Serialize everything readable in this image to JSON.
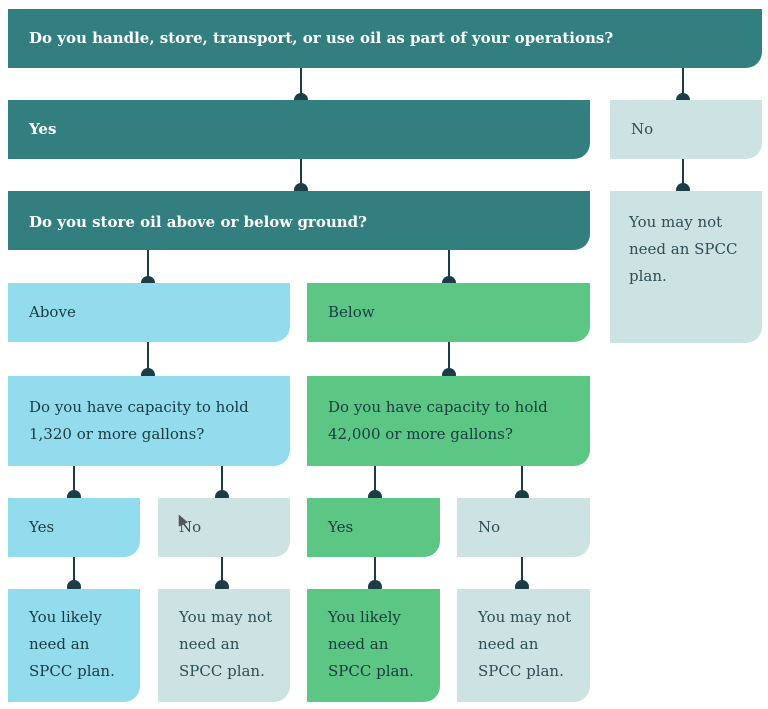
{
  "flowchart": {
    "q1": "Do you handle, store, transport, or use oil as part of your operations?",
    "q1_yes": "Yes",
    "q1_no": "No",
    "q1_no_result": "You may not need an SPCC plan.",
    "q2": "Do you store oil above or below ground?",
    "above": "Above",
    "below": "Below",
    "above_question": "Do you have capacity to hold 1,320 or more gallons?",
    "below_question": "Do you have capacity to hold 42,000 or more gallons?",
    "above_yes": "Yes",
    "above_no": "No",
    "below_yes": "Yes",
    "below_no": "No",
    "above_yes_result": "You likely need an SPCC plan.",
    "above_no_result": "You may not need an SPCC plan.",
    "below_yes_result": "You likely need an SPCC plan.",
    "below_no_result": "You may not need an SPCC plan."
  },
  "colors": {
    "teal": "#337f80",
    "blue": "#92dcee",
    "green": "#5cc685",
    "pale": "#cde3e3",
    "connector": "#1c3d45"
  }
}
